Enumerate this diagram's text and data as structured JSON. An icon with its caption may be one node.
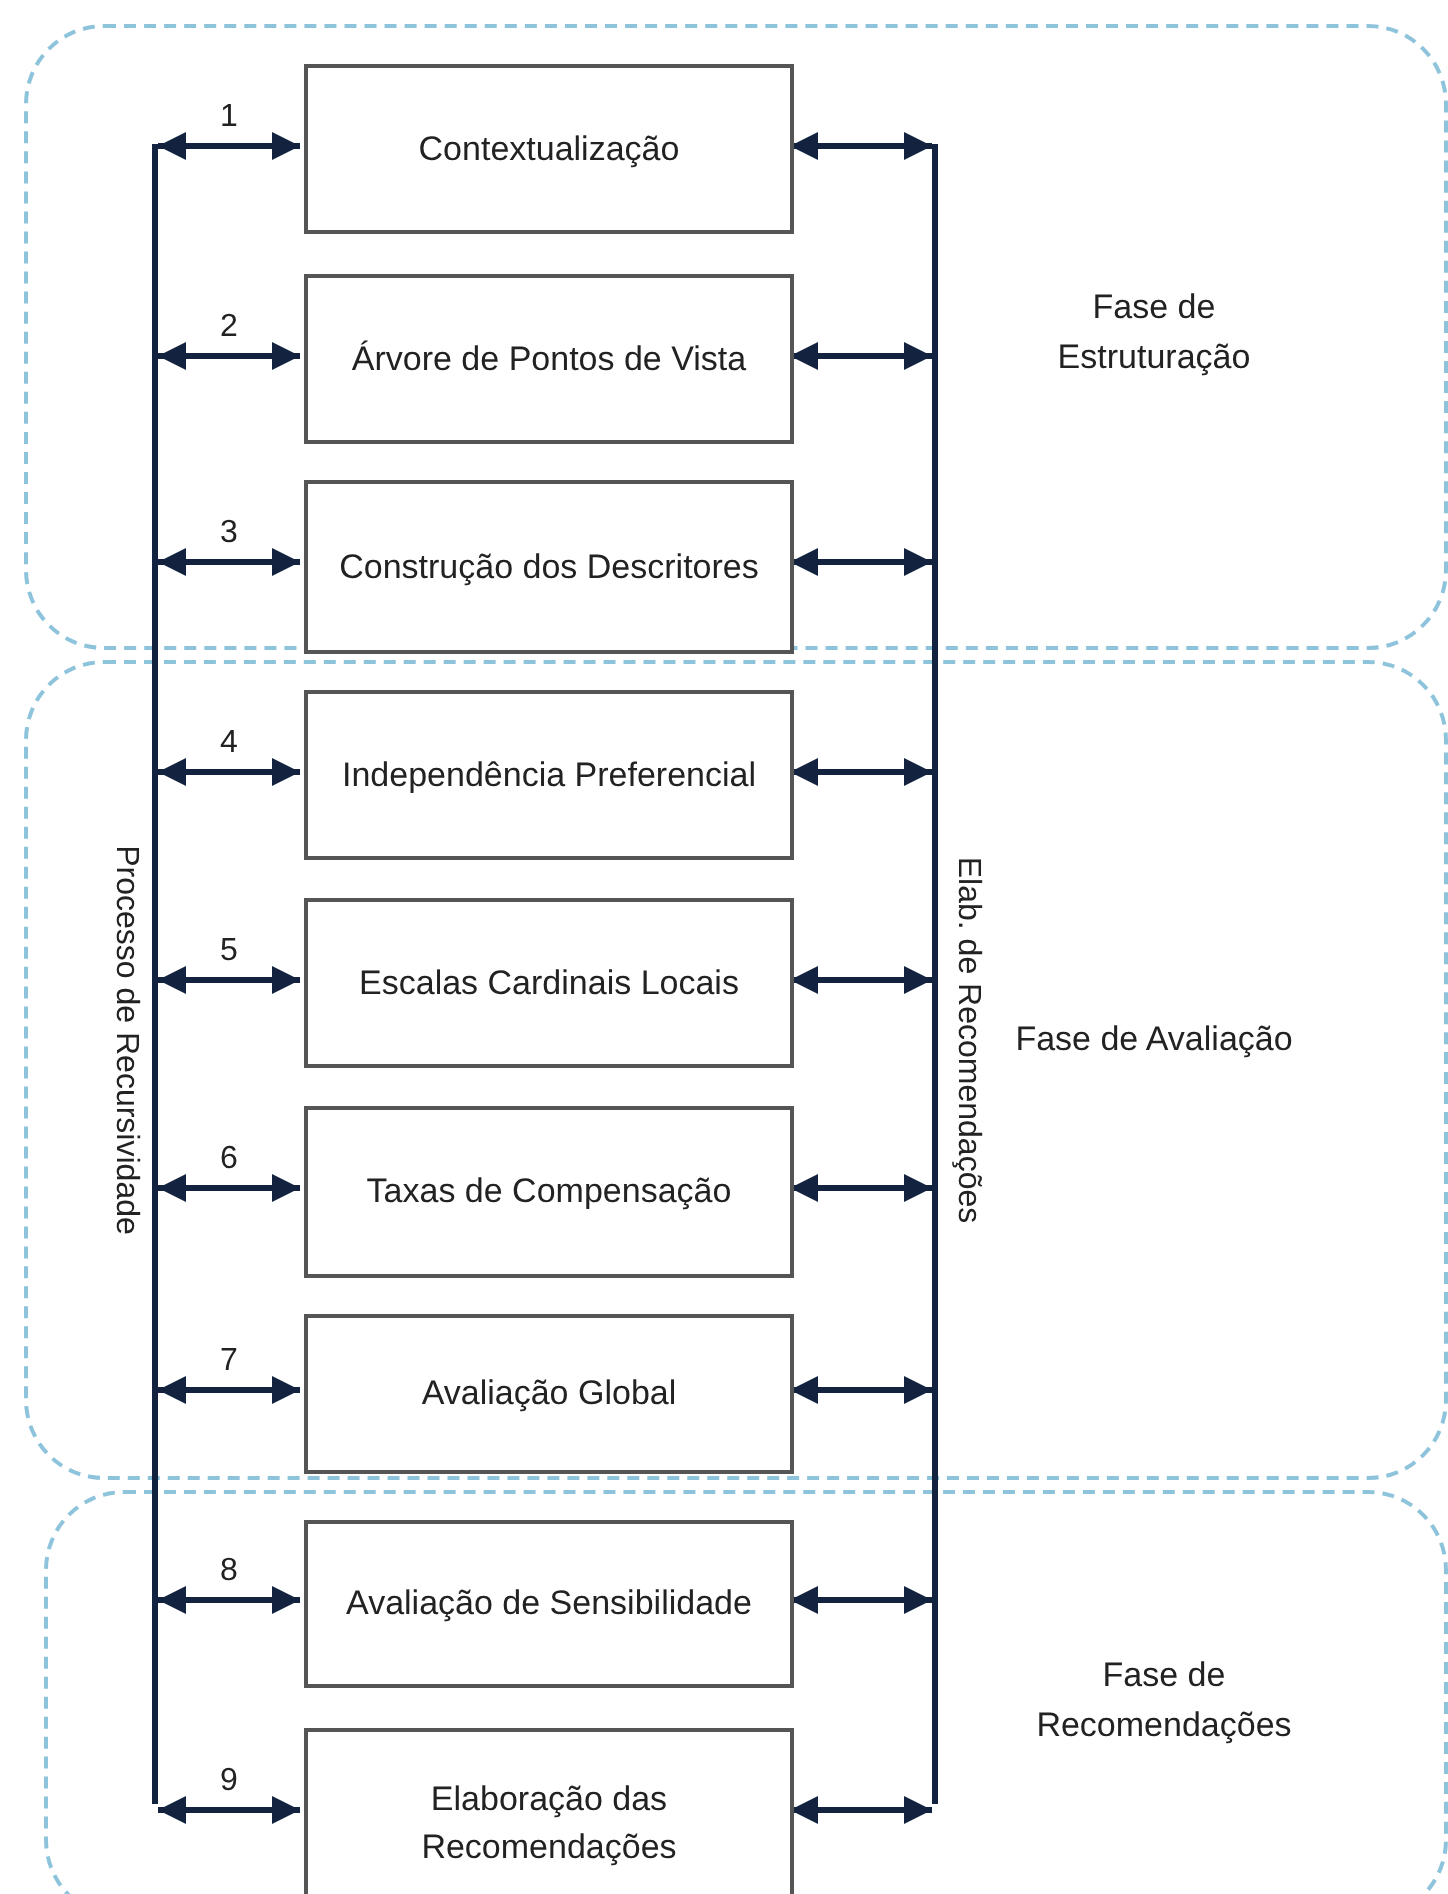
{
  "diagram": {
    "nodes": [
      {
        "text": [
          "Fase de Estruturação"
        ]
      },
      {
        "text": [
          "Contextualização"
        ],
        "in": 0
      },
      {
        "text": [
          "Árvore de Pontos de Vista"
        ],
        "in": 0
      },
      {
        "text": [
          "Construção dos Descritores"
        ],
        "in": 0
      },
      {
        "text": [
          "Fase de Avaliação"
        ]
      },
      {
        "text": [
          "Independência Preferencial"
        ],
        "in": 4
      },
      {
        "text": [
          "Escalas Cardinais Locais"
        ],
        "in": 4
      },
      {
        "text": [
          "Taxas de Compensação"
        ],
        "in": 4
      },
      {
        "text": [
          "Avaliação Global"
        ],
        "in": 4
      },
      {
        "text": [
          "Fase de Recomendações"
        ]
      },
      {
        "text": [
          "Avaliação de Sensibilidade"
        ],
        "in": 9
      },
      {
        "text": [
          "Elaboração das Recomendações"
        ],
        "in": 9
      },
      {
        "text": [],
        "shape": "bar",
        "beside": [
          "Processo de Recursividade"
        ]
      },
      {
        "text": [],
        "shape": "bar",
        "beside": [
          "Elab. de Recomendações"
        ]
      }
    ],
    "edges": [
      {
        "from": 12,
        "to": 1,
        "arrow": "both",
        "label": "1"
      },
      {
        "from": 12,
        "to": 2,
        "arrow": "both",
        "label": "2"
      },
      {
        "from": 12,
        "to": 3,
        "arrow": "both",
        "label": "3"
      },
      {
        "from": 12,
        "to": 5,
        "arrow": "both",
        "label": "4"
      },
      {
        "from": 12,
        "to": 6,
        "arrow": "both",
        "label": "5"
      },
      {
        "from": 12,
        "to": 7,
        "arrow": "both",
        "label": "6"
      },
      {
        "from": 12,
        "to": 8,
        "arrow": "both",
        "label": "7"
      },
      {
        "from": 12,
        "to": 10,
        "arrow": "both",
        "label": "8"
      },
      {
        "from": 12,
        "to": 11,
        "arrow": "both",
        "label": "9"
      },
      {
        "from": 1,
        "to": 13,
        "arrow": "both"
      },
      {
        "from": 2,
        "to": 13,
        "arrow": "both"
      },
      {
        "from": 3,
        "to": 13,
        "arrow": "both"
      },
      {
        "from": 5,
        "to": 13,
        "arrow": "both"
      },
      {
        "from": 6,
        "to": 13,
        "arrow": "both"
      },
      {
        "from": 7,
        "to": 13,
        "arrow": "both"
      },
      {
        "from": 8,
        "to": 13,
        "arrow": "both"
      },
      {
        "from": 10,
        "to": 13,
        "arrow": "both"
      },
      {
        "from": 11,
        "to": 13,
        "arrow": "both"
      }
    ]
  }
}
